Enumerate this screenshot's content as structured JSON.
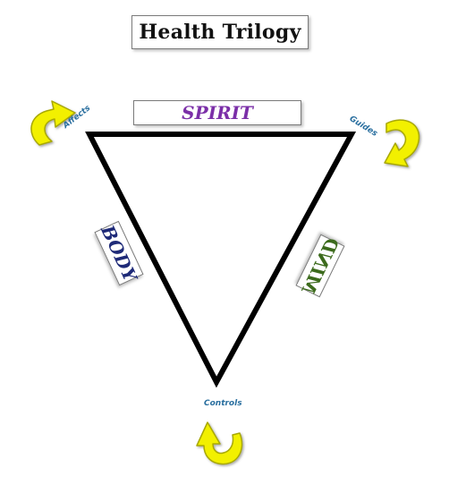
{
  "title": "Health Trilogy",
  "vertices": {
    "top": {
      "label": "SPIRIT",
      "color": "#7b2fa8"
    },
    "left": {
      "label": "BODY",
      "color": "#1e2a78"
    },
    "right": {
      "label": "MIND",
      "color": "#3c6b1c"
    }
  },
  "relations": {
    "affects": "Affects",
    "guides": "Guides",
    "controls": "Controls"
  },
  "colors": {
    "arrow_fill": "#f2f000",
    "arrow_stroke": "#a8a800",
    "relation_text": "#2a6f9f",
    "triangle_stroke": "#000000"
  },
  "icons": {
    "affects_arrow": "curved-arrow-right-icon",
    "guides_arrow": "curved-arrow-down-icon",
    "controls_arrow": "curved-arrow-up-icon"
  }
}
